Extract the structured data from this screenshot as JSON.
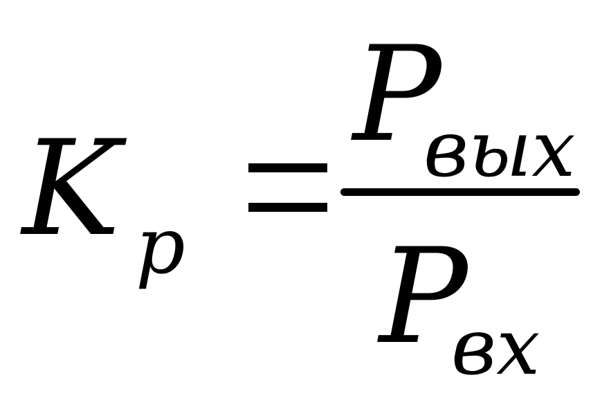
{
  "formula": {
    "lhs": {
      "symbol": "K",
      "subscript": "p"
    },
    "operator": "=",
    "numerator": {
      "symbol": "P",
      "subscript": "вых"
    },
    "denominator": {
      "symbol": "P",
      "subscript": "вх"
    }
  }
}
